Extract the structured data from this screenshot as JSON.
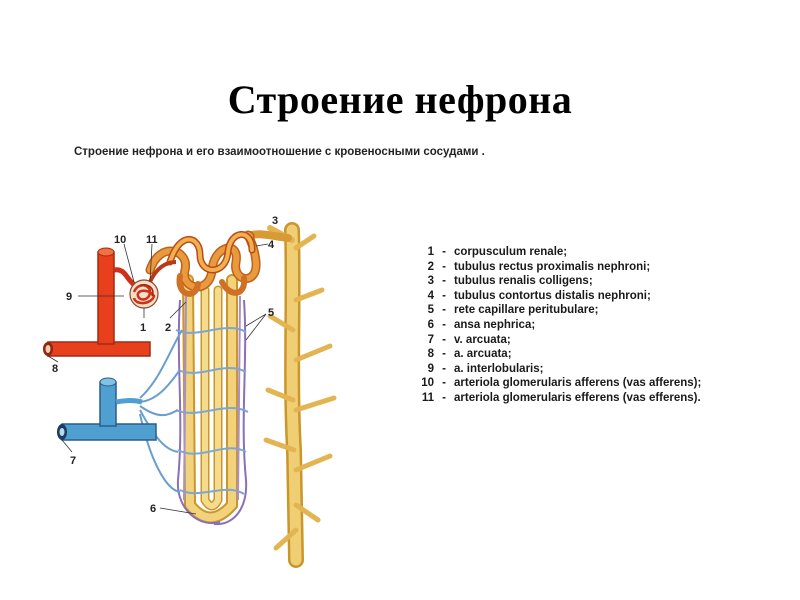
{
  "title": "Строение нефрона",
  "caption": "Строение нефрона и его взаимоотношение с кровеносными сосудами .",
  "legend": [
    {
      "num": "1",
      "text": "corpusculum renale;"
    },
    {
      "num": "2",
      "text": "tubulus rectus proximalis nephroni;"
    },
    {
      "num": "3",
      "text": "tubulus renalis colligens;"
    },
    {
      "num": "4",
      "text": "tubulus contortus distalis nephroni;"
    },
    {
      "num": "5",
      "text": "rete capillare peritubulare;"
    },
    {
      "num": "6",
      "text": "ansa nephrica;"
    },
    {
      "num": "7",
      "text": "v. arcuata;"
    },
    {
      "num": "8",
      "text": "a. arcuata;"
    },
    {
      "num": "9",
      "text": "a. interlobularis;"
    },
    {
      "num": "10",
      "text": "arteriola glomerularis afferens (vas afferens);"
    },
    {
      "num": "11",
      "text": "arteriola glomerularis efferens (vas efferens)."
    }
  ],
  "diagram_labels": {
    "l1": "1",
    "l2": "2",
    "l3": "3",
    "l4": "4",
    "l5": "5",
    "l6": "6",
    "l7": "7",
    "l8": "8",
    "l9": "9",
    "l10": "10",
    "l11": "11"
  },
  "colors": {
    "artery": "#e8401c",
    "vein": "#4f9fd0",
    "tubule": "#e8c060",
    "collecting_duct": "#e3b552"
  }
}
